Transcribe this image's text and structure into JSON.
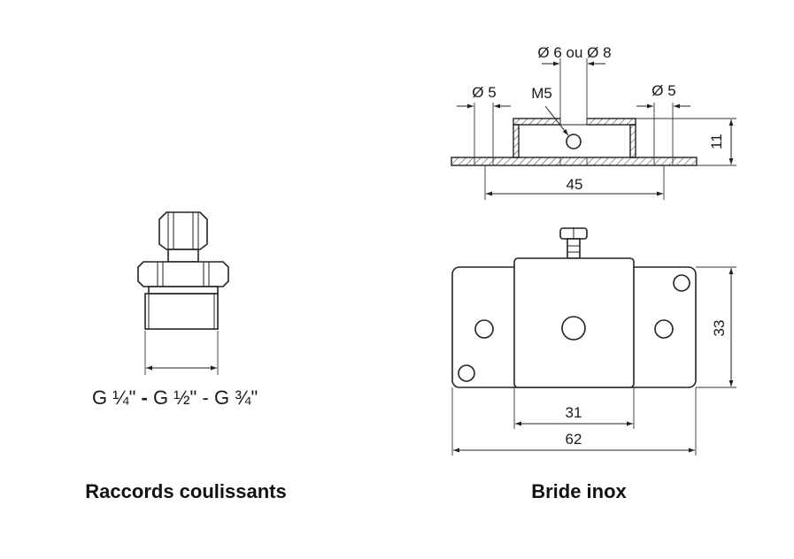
{
  "left_figure": {
    "thread_sizes": [
      "G ¼\"",
      "G ½\"",
      "G ¾\""
    ],
    "caption": "Raccords coulissants"
  },
  "right_figure": {
    "caption": "Bride inox",
    "side_view": {
      "dim_hole_center": "Ø 6 ou Ø 8",
      "dim_hole_left": "Ø 5",
      "dim_hole_right": "Ø 5",
      "screw_label": "M5",
      "dim_length": "45",
      "dim_height": "11"
    },
    "top_view": {
      "dim_height": "33",
      "dim_inner_width": "31",
      "dim_total_width": "62"
    }
  }
}
